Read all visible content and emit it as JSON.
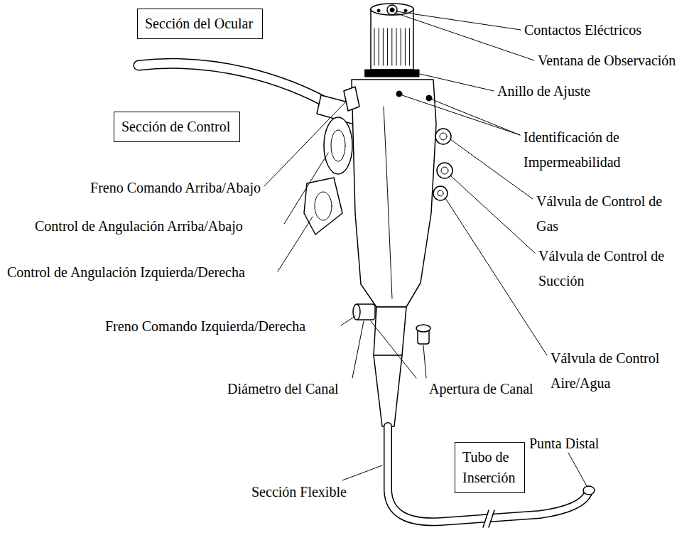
{
  "diagram": {
    "nodes": [
      {
        "text": [
          "Sección del Ocular"
        ]
      },
      {
        "text": [
          "Sección de Control"
        ]
      },
      {
        "text": [
          "Tubo de Inserción"
        ]
      }
    ],
    "labels": [
      "Contactos Eléctricos",
      "Ventana de Observación",
      "Anillo de Ajuste",
      "Identificación de Impermeabilidad",
      "Válvula de Control de Gas",
      "Válvula de Control de Succión",
      "Válvula de Control Aire/Agua",
      "Freno Comando Arriba/Abajo",
      "Control de Angulación Arriba/Abajo",
      "Control de Angulación Izquierda/Derecha",
      "Freno Comando Izquierda/Derecha",
      "Diámetro del Canal",
      "Apertura de Canal",
      "Punta Distal",
      "Sección Flexible"
    ]
  }
}
